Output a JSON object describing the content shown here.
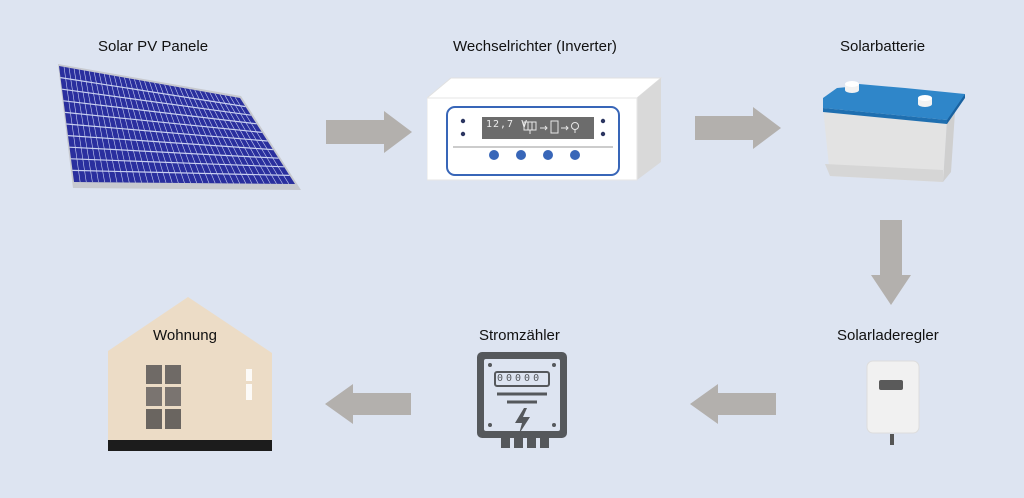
{
  "title": "Solar energy system flow",
  "colors": {
    "background": "#dde4f1",
    "arrow": "#b3b0ad",
    "panel_blue": "#2a2f9e",
    "battery_lid": "#2f86c9",
    "inverter_accent": "#3866b8",
    "meter": "#55585c",
    "house_wall": "#ecdcc6"
  },
  "components": {
    "solar_panel": {
      "label": "Solar PV Panele"
    },
    "inverter": {
      "label": "Wechselrichter (Inverter)",
      "display_value": "12,7 V",
      "button_count": 4
    },
    "battery": {
      "label": "Solarbatterie"
    },
    "charge_controller": {
      "label": "Solarladeregler"
    },
    "meter": {
      "label": "Stromzähler",
      "reading": "00000"
    },
    "house": {
      "label": "Wohnung"
    }
  },
  "flow": [
    {
      "from": "Solar PV Panele",
      "to": "Wechselrichter (Inverter)",
      "direction": "right"
    },
    {
      "from": "Wechselrichter (Inverter)",
      "to": "Solarbatterie",
      "direction": "right"
    },
    {
      "from": "Solarbatterie",
      "to": "Solarladeregler",
      "direction": "down"
    },
    {
      "from": "Solarladeregler",
      "to": "Stromzähler",
      "direction": "left"
    },
    {
      "from": "Stromzähler",
      "to": "Wohnung",
      "direction": "left"
    }
  ]
}
